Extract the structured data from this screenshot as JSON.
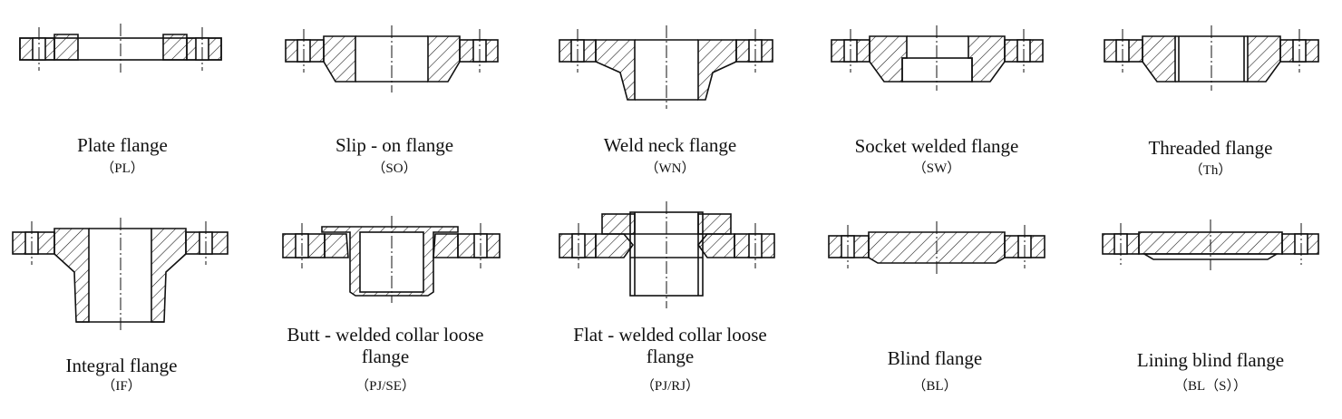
{
  "flanges": [
    {
      "id": "pl",
      "name": "Plate flange",
      "code": "（PL）"
    },
    {
      "id": "so",
      "name": "Slip - on flange",
      "code": "（SO）"
    },
    {
      "id": "wn",
      "name": "Weld neck flange",
      "code": "（WN）"
    },
    {
      "id": "sw",
      "name": "Socket welded flange",
      "code": "（SW）"
    },
    {
      "id": "th",
      "name": "Threaded flange",
      "code": "（Th）"
    },
    {
      "id": "if",
      "name": "Integral flange",
      "code": "（IF）"
    },
    {
      "id": "pjse",
      "name": "Butt - welded collar loose",
      "name2": "flange",
      "code": "（PJ/SE）"
    },
    {
      "id": "pjrj",
      "name": "Flat - welded collar loose",
      "name2": "flange",
      "code": "（PJ/RJ）"
    },
    {
      "id": "bl",
      "name": "Blind flange",
      "code": "（BL）"
    },
    {
      "id": "bls",
      "name": "Lining blind flange",
      "code": "（BL（S））"
    }
  ]
}
